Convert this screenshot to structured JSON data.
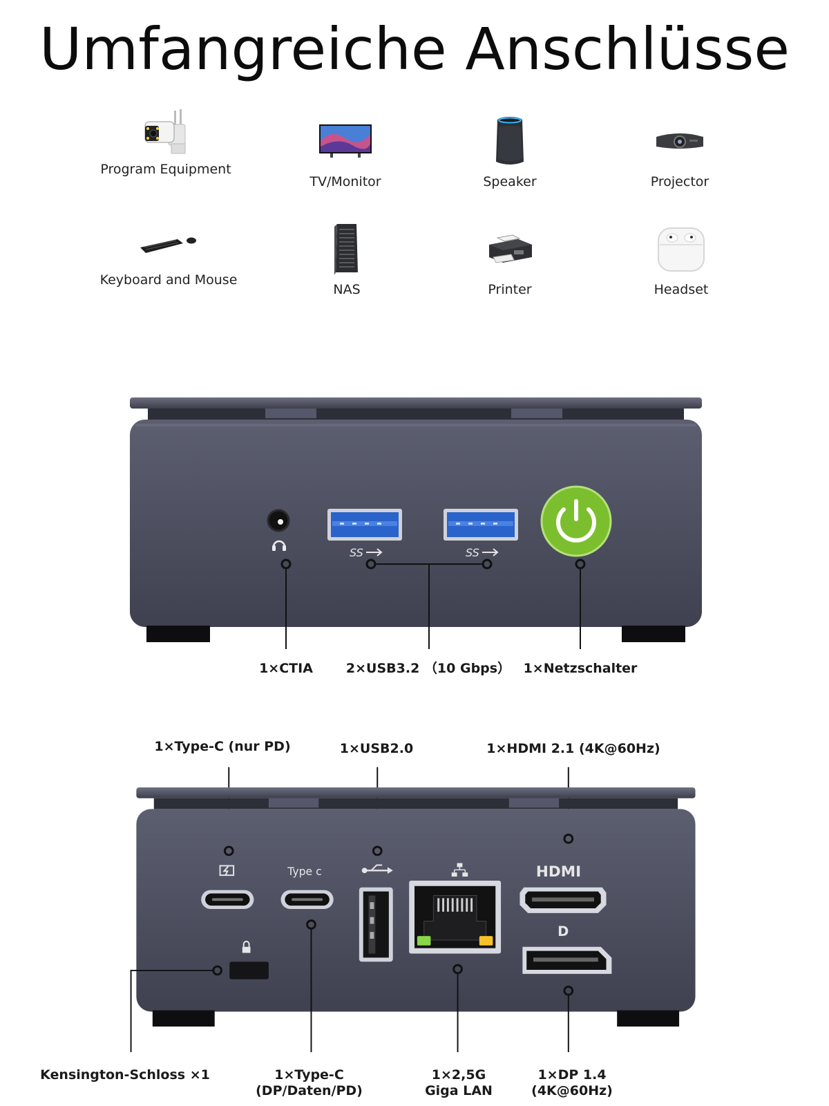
{
  "title": "Umfangreiche Anschlüsse",
  "devices": [
    {
      "label": "Program Equipment",
      "icon": "security-camera-icon"
    },
    {
      "label": "TV/Monitor",
      "icon": "monitor-icon"
    },
    {
      "label": "Speaker",
      "icon": "smart-speaker-icon"
    },
    {
      "label": "Projector",
      "icon": "projector-icon"
    },
    {
      "label": "Keyboard and Mouse",
      "icon": "keyboard-mouse-icon"
    },
    {
      "label": "NAS",
      "icon": "nas-server-icon"
    },
    {
      "label": "Printer",
      "icon": "printer-icon"
    },
    {
      "label": "Headset",
      "icon": "earbuds-icon"
    }
  ],
  "front": {
    "ctia": "1×CTIA",
    "usb32": "2×USB3.2 （10 Gbps）",
    "power": "1×Netzschalter",
    "usb_logo": "SS"
  },
  "rear": {
    "typec_pd": "1×Type-C (nur PD)",
    "usb20": "1×USB2.0",
    "hdmi": "1×HDMI 2.1 (4K@60Hz)",
    "kensington": "Kensington-Schloss ×1",
    "typec_dp_line1": "1×Type-C",
    "typec_dp_line2": "(DP/Daten/PD)",
    "lan_line1": "1×2,5G",
    "lan_line2": "Giga LAN",
    "dp_line1": "1×DP 1.4",
    "dp_line2": "(4K@60Hz)",
    "typec_port_text": "Type c",
    "hdmi_logo": "HDMI",
    "dp_logo": "D"
  },
  "colors": {
    "chassis": "#4b4d5c",
    "power_button": "#7bbf2e",
    "usb3_blue": "#2a63c9"
  }
}
